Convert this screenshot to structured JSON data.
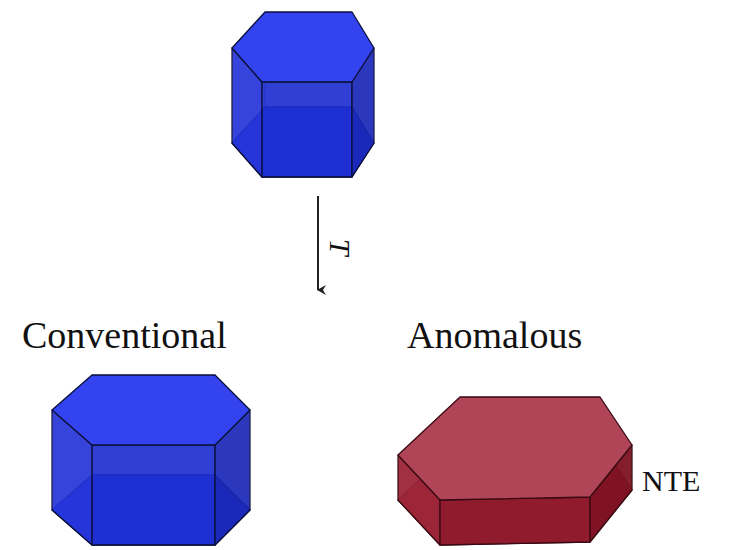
{
  "diagram": {
    "labels": [
      "T",
      "Conventional",
      "Anomalous",
      "NTE"
    ]
  }
}
